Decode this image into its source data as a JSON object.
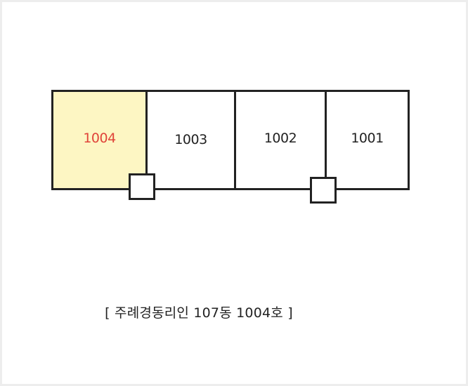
{
  "floor_plan": {
    "units": [
      {
        "label": "1004",
        "highlighted": true
      },
      {
        "label": "1003",
        "highlighted": false
      },
      {
        "label": "1002",
        "highlighted": false
      },
      {
        "label": "1001",
        "highlighted": false
      }
    ]
  },
  "caption": "[ 주례경동리인 107동 1004호 ]",
  "colors": {
    "highlight_fill": "#fdf6c3",
    "highlight_text": "#e0443a",
    "line": "#222222",
    "text": "#222222",
    "background": "#ffffff",
    "frame": "#ededed"
  }
}
